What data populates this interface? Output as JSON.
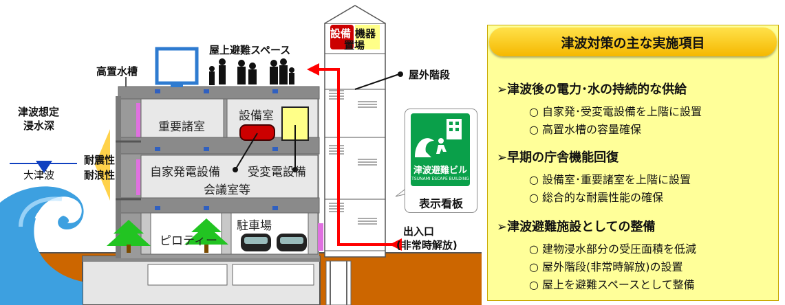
{
  "labels": {
    "rooftop_space": "屋上避難スペース",
    "elevated_tank": "高置水槽",
    "equipment_area": [
      "設備",
      "機器",
      "置場"
    ],
    "outdoor_stairs": "屋外階段",
    "tsunami_depth": [
      "津波想定",
      "浸水深"
    ],
    "big_tsunami": "大津波",
    "seismic": [
      "耐震性",
      "耐浪性"
    ],
    "important_rooms": "重要諸室",
    "equipment_room": "設備室",
    "generator": "自家発電設備",
    "substation": "受変電設備",
    "meeting_rooms": "会議室等",
    "pilotis": "ピロティー",
    "parking": "駐車場",
    "sign_board": "表示看板",
    "entrance": [
      "出入口",
      "(非常時解放)"
    ]
  },
  "sign": {
    "title": "津波避難ビル",
    "subtitle": "TSUNAMI ESCAPE BUILDING"
  },
  "panel": {
    "title": "津波対策の主な実施項目",
    "sections": [
      {
        "heading": "➢津波後の電力･水の持続的な供給",
        "items": [
          "○ 自家発･受変電設備を上階に設置",
          "○ 高置水槽の容量確保"
        ]
      },
      {
        "heading": "➢早期の庁舎機能回復",
        "items": [
          "○ 設備室･重要諸室を上階に設置",
          "○ 総合的な耐震性能の確保"
        ]
      },
      {
        "heading": "➢津波避難施設としての整備",
        "items": [
          "○ 建物浸水部分の受圧面積を低減",
          "○ 屋外階段(非常時解放)の設置",
          "○ 屋上を避難スペースとして整備"
        ]
      }
    ]
  },
  "colors": {
    "arrow": "#ff0000",
    "panel_bg": "#ffff99",
    "ground": "#cc6600",
    "water": "#3da0e0",
    "tree": "#22c422",
    "sign_green": "#0aa04a"
  }
}
